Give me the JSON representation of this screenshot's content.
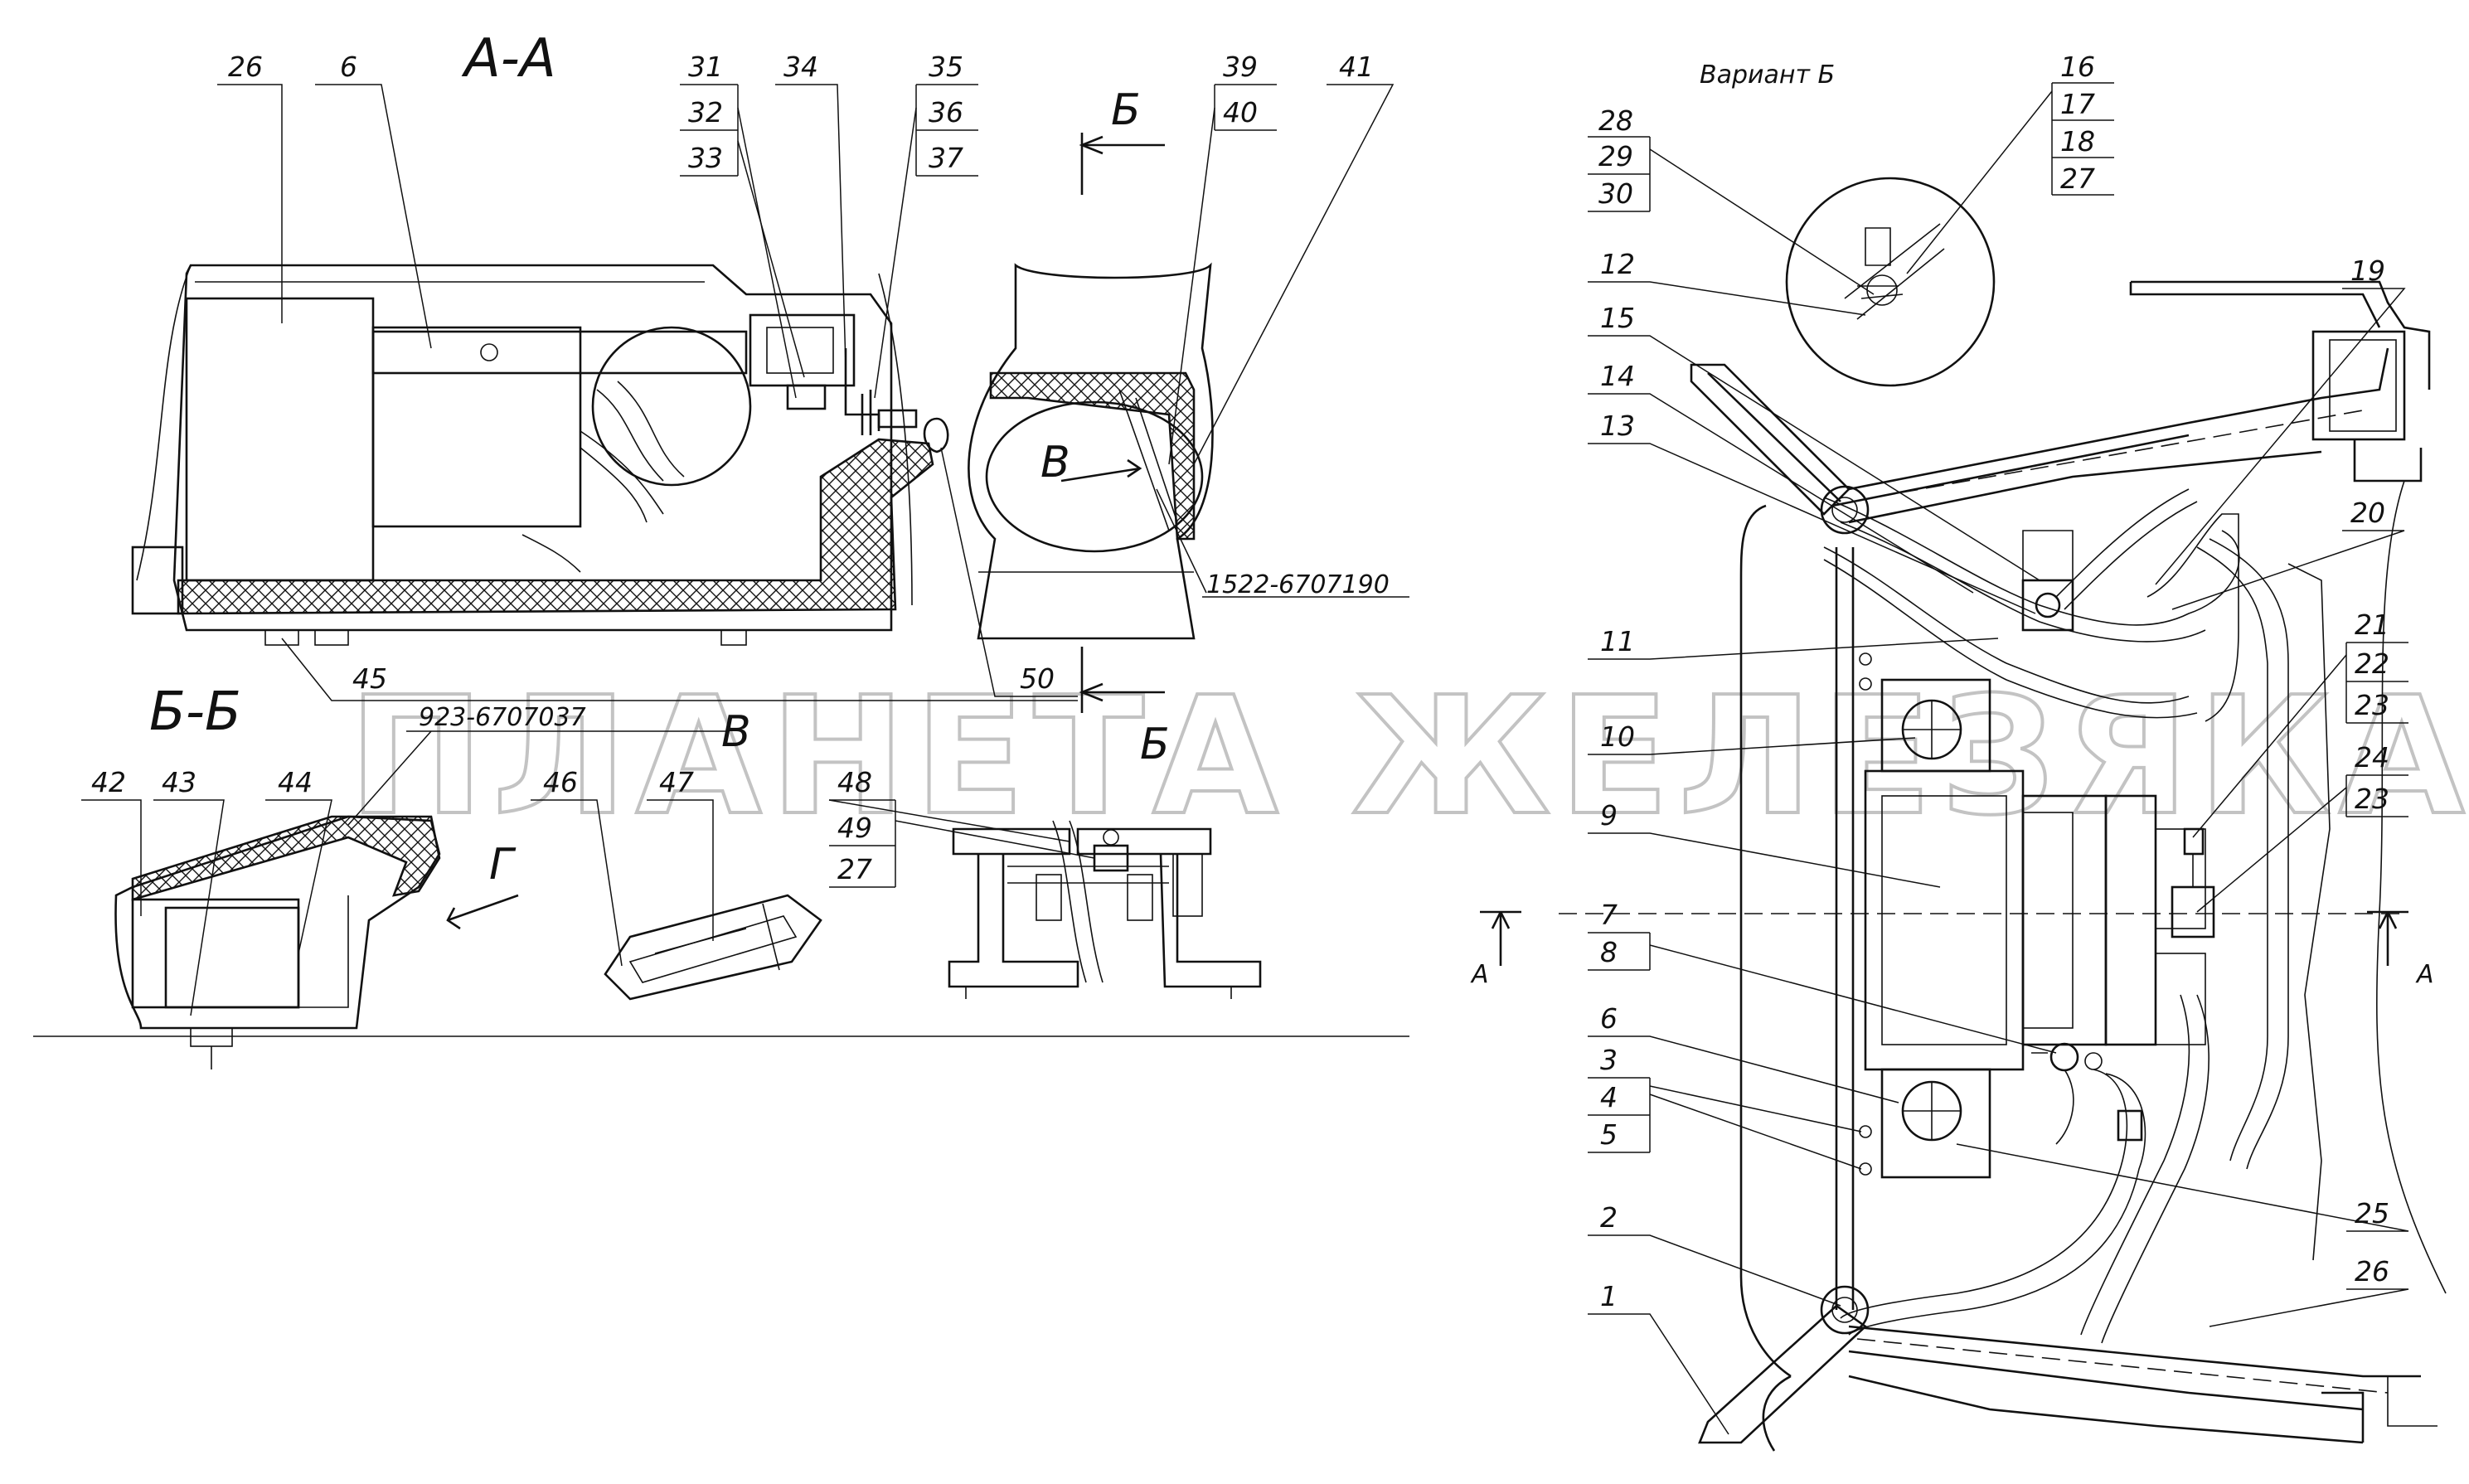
{
  "sections": {
    "aa": "А-А",
    "bb": "Б-Б",
    "v": "В",
    "b_mark": "Б",
    "variant": "Вариант Б",
    "a_mark": "А"
  },
  "part_numbers": {
    "p1522": "1522-6707190",
    "p923": "923-6707037"
  },
  "watermark": "ПЛАНЕТА ЖЕЛЕЗЯКА",
  "labels": {
    "l1": "1",
    "l2": "2",
    "l3": "3",
    "l4": "4",
    "l5": "5",
    "l6": "6",
    "l7": "7",
    "l8": "8",
    "l9": "9",
    "l10": "10",
    "l11": "11",
    "l12": "12",
    "l13": "13",
    "l14": "14",
    "l15": "15",
    "l16": "16",
    "l17": "17",
    "l18": "18",
    "l19": "19",
    "l20": "20",
    "l21": "21",
    "l22": "22",
    "l23": "23",
    "l24": "24",
    "l25": "25",
    "l26": "26",
    "l27": "27",
    "l28": "28",
    "l29": "29",
    "l30": "30",
    "l31": "31",
    "l32": "32",
    "l33": "33",
    "l34": "34",
    "l35": "35",
    "l36": "36",
    "l37": "37",
    "l39": "39",
    "l40": "40",
    "l41": "41",
    "l42": "42",
    "l43": "43",
    "l44": "44",
    "l45": "45",
    "l46": "46",
    "l47": "47",
    "l48": "48",
    "l49": "49",
    "l50": "50"
  }
}
